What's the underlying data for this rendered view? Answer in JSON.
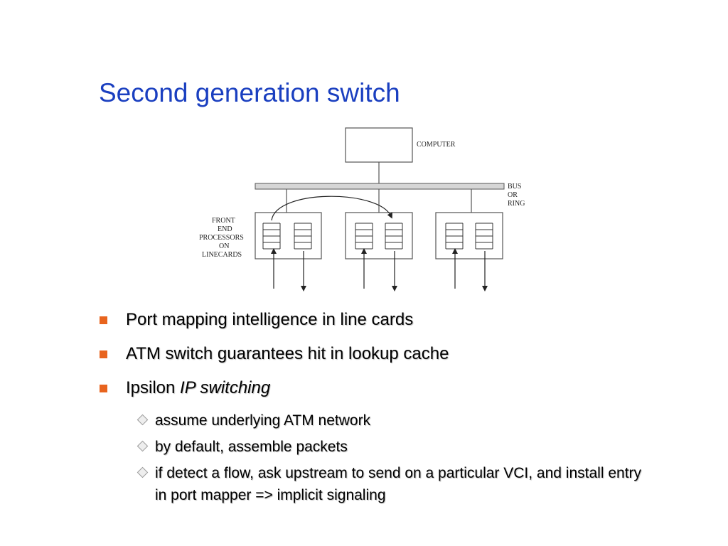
{
  "slide": {
    "title": "Second generation switch"
  },
  "diagram": {
    "computer_label": "COMPUTER",
    "bus_label_lines": [
      "BUS",
      "OR",
      "RING"
    ],
    "linecard_label_lines": [
      "FRONT",
      "END",
      "PROCESSORS",
      "ON",
      "LINECARDS"
    ]
  },
  "bullets": [
    {
      "text": "Port mapping intelligence in line cards"
    },
    {
      "text": "ATM switch guarantees hit in lookup cache"
    },
    {
      "text_plain": "Ipsilon ",
      "text_italic": "IP switching"
    }
  ],
  "sub_bullets": [
    {
      "text": "assume underlying ATM network"
    },
    {
      "text": "by default, assemble packets"
    },
    {
      "text": "if detect a flow, ask upstream to send on a particular VCI, and install entry in port mapper => implicit signaling"
    }
  ],
  "colors": {
    "title": "#1a3fc0",
    "bullet": "#e8641e"
  }
}
